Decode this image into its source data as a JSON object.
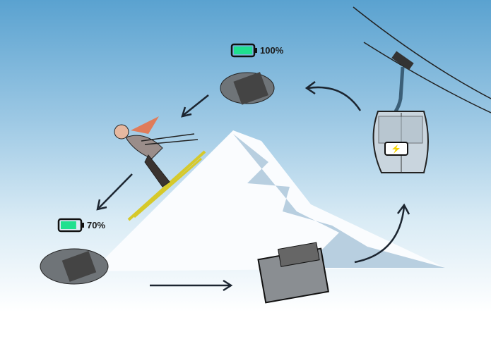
{
  "battery_top": {
    "label": "100%",
    "level": 1.0
  },
  "battery_left": {
    "label": "70%",
    "level": 0.7
  },
  "colors": {
    "battery_fill": "#1fe08f",
    "charging_bolt": "#f5d400",
    "arrow": "#1c2530"
  }
}
